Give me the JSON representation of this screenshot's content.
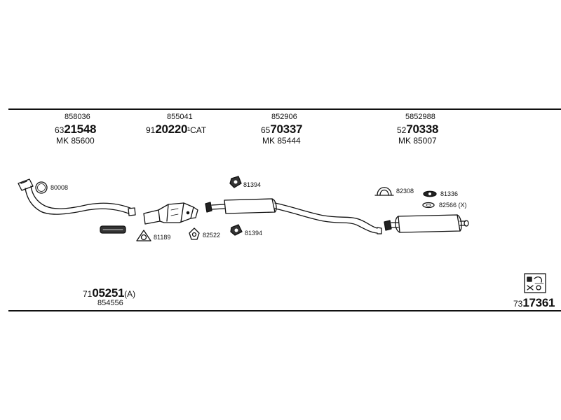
{
  "headers": [
    {
      "ref": "858036",
      "pn_prefix": "63",
      "pn_main": "21548",
      "pn_suffix": "",
      "mk": "MK  85600"
    },
    {
      "ref": "855041",
      "pn_prefix": "91",
      "pn_main": "20220",
      "pn_suffix": "¹CAT",
      "mk": ""
    },
    {
      "ref": "852906",
      "pn_prefix": "65",
      "pn_main": "70337",
      "pn_suffix": "",
      "mk": "MK  85444"
    },
    {
      "ref": "5852988",
      "pn_prefix": "52",
      "pn_main": "70338",
      "pn_suffix": "",
      "mk": "MK  85007"
    }
  ],
  "parts": {
    "p80008": "80008",
    "p81189": "81189",
    "p82522": "82522",
    "p81394_top": "81394",
    "p81394_bottom": "81394",
    "p82308": "82308",
    "p81336": "81336",
    "p82566": "82566 (X)"
  },
  "footer": {
    "left_prefix": "71",
    "left_main": "05251",
    "left_suffix": "(A)",
    "left_sub": "854556",
    "right_prefix": "73",
    "right_main": "17361"
  }
}
